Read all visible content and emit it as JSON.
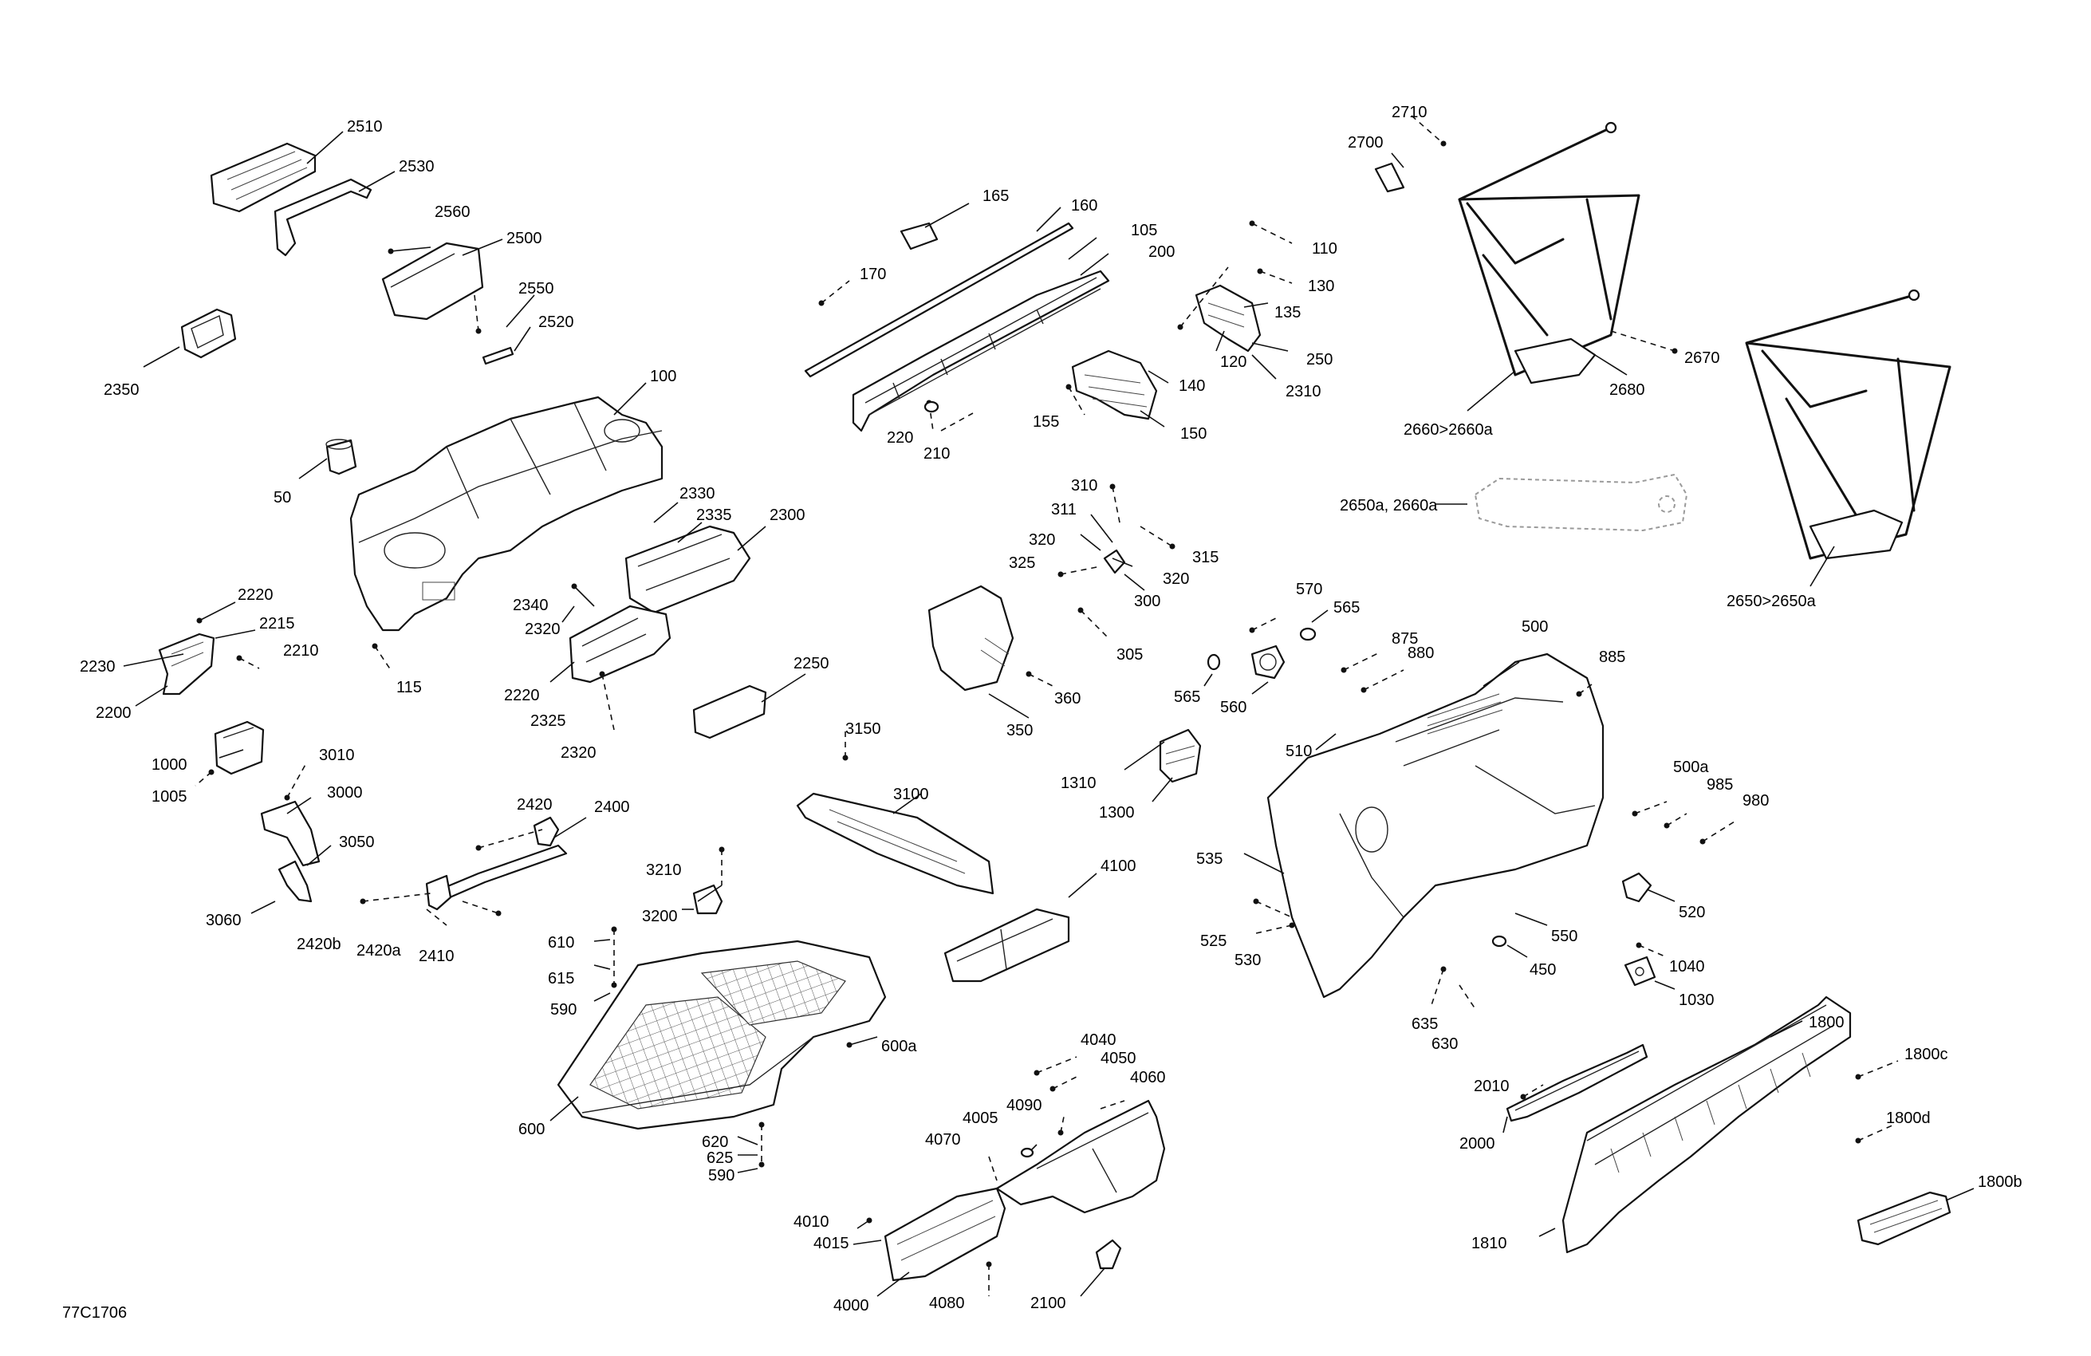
{
  "drawing_code": "77C1706",
  "labels": {
    "l2510": "2510",
    "l2530": "2530",
    "l2560": "2560",
    "l2500": "2500",
    "l2550": "2550",
    "l2520": "2520",
    "l2350": "2350",
    "l100": "100",
    "l50": "50",
    "l115": "115",
    "l2330": "2330",
    "l2335": "2335",
    "l2300": "2300",
    "l2340": "2340",
    "l2320a": "2320",
    "l2220b": "2220",
    "l2325": "2325",
    "l2320b": "2320",
    "l2250": "2250",
    "l2220a": "2220",
    "l2215": "2215",
    "l2230": "2230",
    "l2210": "2210",
    "l2200": "2200",
    "l1000": "1000",
    "l1005": "1005",
    "l3010": "3010",
    "l3000": "3000",
    "l3050": "3050",
    "l3060": "3060",
    "l2420": "2420",
    "l2400": "2400",
    "l2420b": "2420b",
    "l2420a": "2420a",
    "l2410": "2410",
    "l165": "165",
    "l160": "160",
    "l170": "170",
    "l105": "105",
    "l200": "200",
    "l220": "220",
    "l210": "210",
    "l110": "110",
    "l130": "130",
    "l135": "135",
    "l120": "120",
    "l250": "250",
    "l2310": "2310",
    "l140": "140",
    "l155": "155",
    "l150": "150",
    "l2710": "2710",
    "l2700": "2700",
    "l2670": "2670",
    "l2680": "2680",
    "l2660": "2660>2660a",
    "l2650a2660a": "2650a, 2660a",
    "l2650": "2650>2650a",
    "l310": "310",
    "l311": "311",
    "l320a": "320",
    "l325": "325",
    "l315": "315",
    "l320b": "320",
    "l300": "300",
    "l305": "305",
    "l360": "360",
    "l350": "350",
    "l570": "570",
    "l565a": "565",
    "l565b": "565",
    "l560": "560",
    "l875": "875",
    "l880": "880",
    "l500": "500",
    "l885": "885",
    "l510": "510",
    "l1310": "1310",
    "l1300": "1300",
    "l500a": "500a",
    "l985": "985",
    "l980": "980",
    "l535": "535",
    "l520": "520",
    "l550": "550",
    "l525": "525",
    "l530": "530",
    "l450": "450",
    "l1040": "1040",
    "l1030": "1030",
    "l635": "635",
    "l630": "630",
    "l3150": "3150",
    "l3100": "3100",
    "l4100": "4100",
    "l3210": "3210",
    "l3200": "3200",
    "l610": "610",
    "l615": "615",
    "l590a": "590",
    "l600a": "600a",
    "l600": "600",
    "l620": "620",
    "l625": "625",
    "l590b": "590",
    "l4040": "4040",
    "l4050": "4050",
    "l4060": "4060",
    "l4005": "4005",
    "l4090": "4090",
    "l4070": "4070",
    "l4010": "4010",
    "l4015": "4015",
    "l4000": "4000",
    "l4080": "4080",
    "l2100": "2100",
    "l1800": "1800",
    "l1800c": "1800c",
    "l1800d": "1800d",
    "l1800b": "1800b",
    "l2010": "2010",
    "l2000": "2000",
    "l1810": "1810"
  }
}
